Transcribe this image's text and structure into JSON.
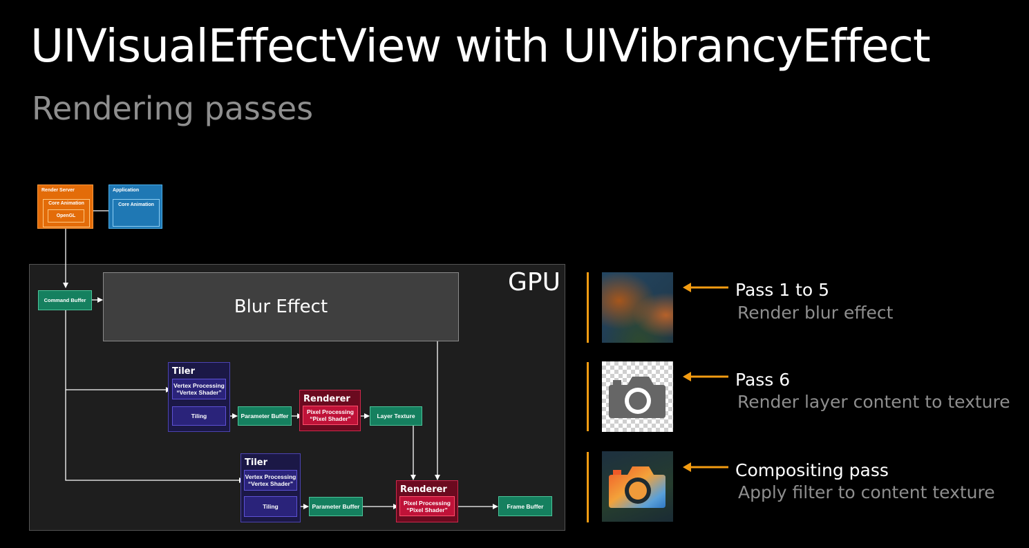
{
  "title": "UIVisualEffectView with UIVibrancyEffect",
  "subtitle": "Rendering passes",
  "top": {
    "render_server": "Render Server",
    "core_animation": "Core Animation",
    "opengl": "OpenGL",
    "application": "Application",
    "app_core_animation": "Core Animation"
  },
  "gpu": {
    "label": "GPU",
    "command_buffer": "Command Buffer",
    "blur_effect": "Blur Effect",
    "tiler1": {
      "title": "Tiler",
      "vertex_line1": "Vertex Processing",
      "vertex_line2": "“Vertex Shader”",
      "tiling": "Tiling"
    },
    "parameter_buffer1": "Parameter Buffer",
    "renderer1": {
      "title": "Renderer",
      "pixel_line1": "Pixel Processing",
      "pixel_line2": "“Pixel Shader”"
    },
    "layer_texture": "Layer Texture",
    "tiler2": {
      "title": "Tiler",
      "vertex_line1": "Vertex Processing",
      "vertex_line2": "“Vertex Shader”",
      "tiling": "Tiling"
    },
    "parameter_buffer2": "Parameter Buffer",
    "renderer2": {
      "title": "Renderer",
      "pixel_line1": "Pixel Processing",
      "pixel_line2": "“Pixel Shader”"
    },
    "frame_buffer": "Frame Buffer"
  },
  "passes": [
    {
      "title": "Pass 1 to 5",
      "description": "Render blur effect",
      "icon": "blurred-image"
    },
    {
      "title": "Pass 6",
      "description": "Render layer content to texture",
      "icon": "camera-icon"
    },
    {
      "title": "Compositing pass",
      "description": "Apply filter to content texture",
      "icon": "vibrant-camera-icon"
    }
  ],
  "colors": {
    "accent": "#f39c12",
    "command": "#15805f",
    "tiler": "#2a237a",
    "renderer": "#bf1238",
    "render_server": "#e36c09",
    "application": "#1f78b4"
  }
}
